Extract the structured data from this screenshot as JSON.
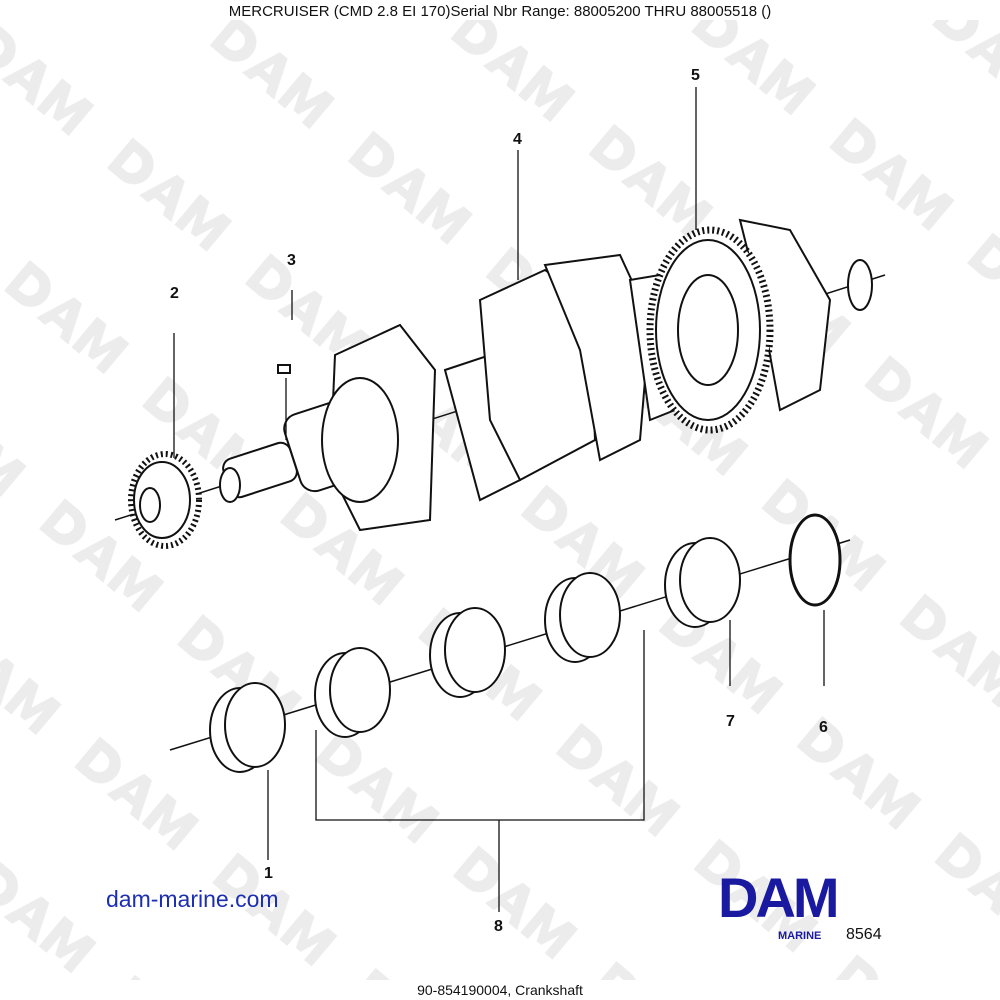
{
  "title": "MERCRUISER (CMD 2.8 EI 170)Serial Nbr Range: 88005200 THRU 88005518 ()",
  "caption": "90-854190004, Crankshaft",
  "website": "dam-marine.com",
  "logo": {
    "text": "DAM",
    "subtext": "MARINE",
    "color": "#1a1aa0"
  },
  "plate_number": "8564",
  "watermark": "DAM",
  "callouts": [
    "1",
    "2",
    "3",
    "4",
    "5",
    "6",
    "7",
    "8"
  ]
}
